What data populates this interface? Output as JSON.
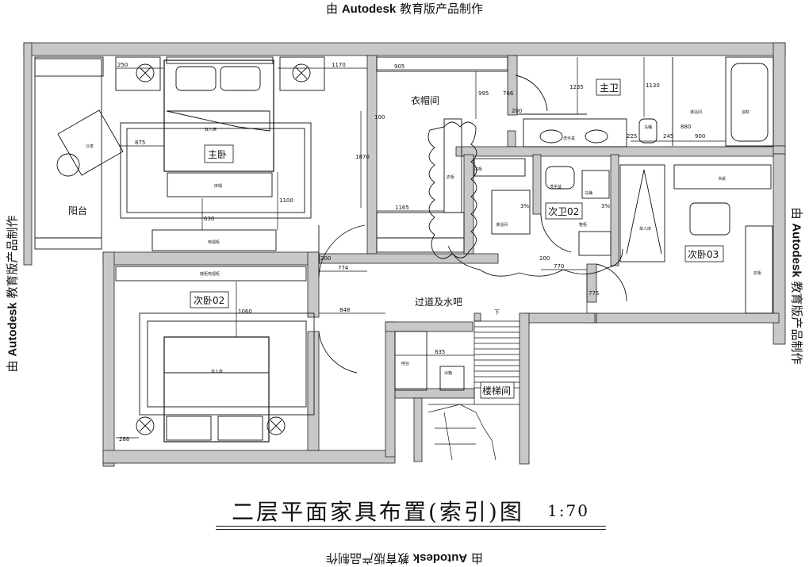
{
  "watermark": {
    "prefix": "由 ",
    "brand": "Autodesk",
    "suffix": " 教育版产品制作"
  },
  "drawing": {
    "title": "二层平面家具布置(索引)图",
    "scale": "1:70"
  },
  "rooms": {
    "master_bedroom": "主卧",
    "balcony": "阳台",
    "cloakroom": "衣帽间",
    "master_bath": "主卫",
    "bedroom2": "次卧02",
    "bath2": "次卫02",
    "bedroom3": "次卧03",
    "corridor": "过道及水吧",
    "stairs": "楼梯间"
  },
  "furniture": {
    "double_bed": "双人床",
    "double_bed2": "双人床",
    "sofa": "沙发",
    "bench": "床榻",
    "tv_cabinet": "电视柜",
    "tv_cabinet2": "矮柜电视柜",
    "wardrobe": "衣柜",
    "wardrobe2": "衣柜",
    "wash_basin": "洗手盆",
    "wash_basin2": "洗手盆",
    "toilet": "马桶",
    "toilet2": "马桶",
    "shower": "淋浴间",
    "shower2": "淋浴间",
    "bathtub": "浴缸",
    "single_bed": "单人床",
    "desk": "书桌",
    "bar": "吧台",
    "fridge": "冰箱",
    "bookshelf": "书柜",
    "shoe": "鞋柜"
  },
  "dimensions": {
    "d250": "250",
    "d1170": "1170",
    "d905": "905",
    "d995": "995",
    "d766": "766",
    "d1235": "1235",
    "d1130": "1130",
    "d200a": "200",
    "d875": "875",
    "d1100": "1100",
    "d630": "630",
    "d1870": "1870",
    "d100": "100",
    "d1165": "1165",
    "d225": "225",
    "d245": "245",
    "d880": "880",
    "d900": "900",
    "d774": "774",
    "d848": "848",
    "d835": "835",
    "d1060": "1060",
    "d770": "770",
    "d200b": "200",
    "d200c": "200",
    "d775": "775",
    "d288": "288",
    "slope1": "3%",
    "slope2": "3%",
    "down": "下"
  },
  "colors": {
    "wall": "#c8c8c8",
    "line": "#111111"
  }
}
